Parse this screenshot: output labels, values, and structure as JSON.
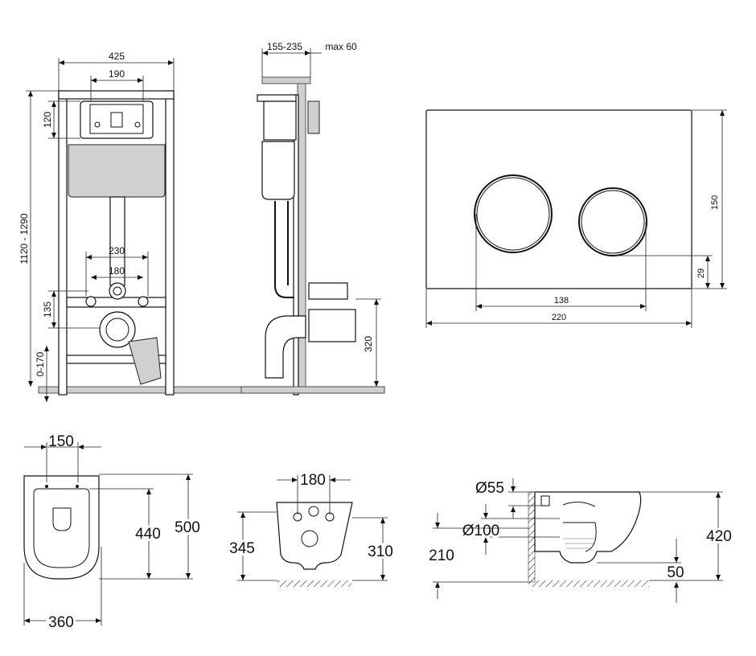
{
  "frame_front": {
    "width": "425",
    "tank_width": "190",
    "height_range": "1120 - 1290",
    "top_offset": "120",
    "bolt_spacing_outer": "230",
    "bolt_spacing_inner": "180",
    "bolt_height": "135",
    "floor_offset": "0-170"
  },
  "frame_side": {
    "depth_range": "155-235",
    "wall_max": "max 60",
    "outlet_height": "320"
  },
  "flush_plate": {
    "height": "150",
    "width": "220",
    "button_span": "138",
    "button_offset": "29"
  },
  "bowl_top": {
    "inlet_width": "150",
    "length": "500",
    "seat_length": "440",
    "width": "360"
  },
  "bowl_rear": {
    "bolt_spacing": "180",
    "height_left": "345",
    "height_right": "310"
  },
  "bowl_side": {
    "inlet_diameter": "Ø55",
    "outlet_diameter": "Ø100",
    "outlet_height": "210",
    "total_height": "420",
    "floor_clearance": "50"
  }
}
